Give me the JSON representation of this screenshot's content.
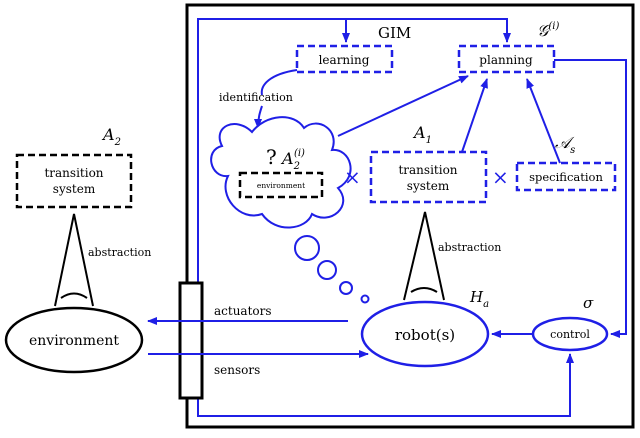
{
  "labels": {
    "gim": "GIM",
    "learning": "learning",
    "planning": "planning",
    "identification": "identification",
    "question": "?",
    "environment_small": "environment",
    "transition_line1": "transition",
    "transition_line2": "system",
    "specification": "specification",
    "abstraction": "abstraction",
    "actuators": "actuators",
    "sensors": "sensors",
    "environment": "environment",
    "robots": "robot(s)",
    "control": "control",
    "times": "×"
  },
  "symbols": {
    "g_main": "𝒢",
    "g_sup": "(i)",
    "a2": "A",
    "a2_sub": "2",
    "a2i": "A",
    "a2i_sub": "2",
    "a2i_sup": "(i)",
    "a1": "A",
    "a1_sub": "1",
    "as": "𝒜",
    "as_sub": "s",
    "ha": "H",
    "ha_sub": "a",
    "sigma": "σ"
  },
  "colors": {
    "blue": "#1f1fe6",
    "black": "#000000"
  }
}
